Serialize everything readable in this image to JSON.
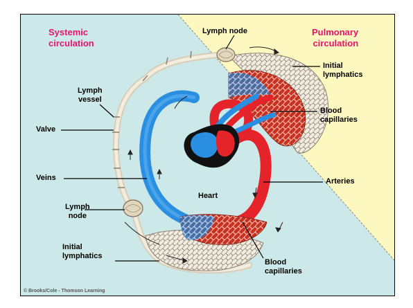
{
  "labels": {
    "systemic": "Systemic\ncirculation",
    "pulmonary": "Pulmonary\ncirculation",
    "lymph_node_top": "Lymph node",
    "initial_lymphatics_right": "Initial\nlymphatics",
    "lymph_vessel": "Lymph\nvessel",
    "blood_capillaries_right": "Blood\ncapillaries",
    "valve": "Valve",
    "veins": "Veins",
    "arteries": "Arteries",
    "heart": "Heart",
    "lymph_node_left": "Lymph\nnode",
    "initial_lymphatics_left": "Initial\nlymphatics",
    "blood_capillaries_bottom": "Blood\ncapillaries"
  },
  "credit": "© Brooks/Cole - Thomson Learning",
  "colors": {
    "systemic_bg": "#cde8e8",
    "pulmonary_bg": "#fdf7c0",
    "title_accent": "#e8136b",
    "vein_blue": "#2a8fe0",
    "artery_red": "#e5232a",
    "lymph_beige": "#e9e0cc"
  }
}
